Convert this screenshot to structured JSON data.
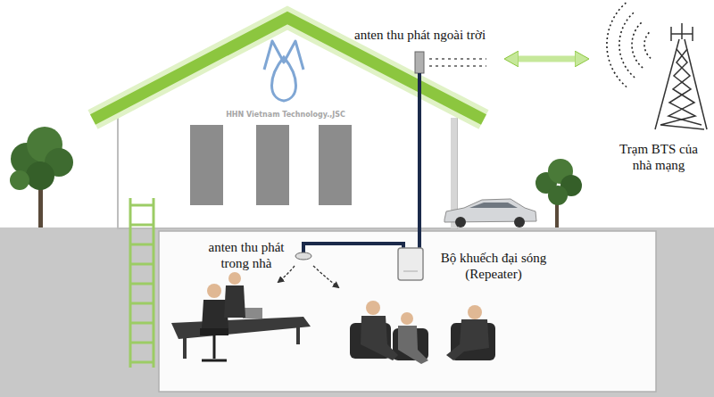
{
  "diagram": {
    "nodes": [
      {
        "text": [
          "anten thu phát ngoài trời"
        ]
      },
      {
        "text": [
          "Trạm BTS của nhà mạng"
        ]
      },
      {
        "text": [
          "Bộ khuếch đại sóng (Repeater)"
        ]
      },
      {
        "text": [
          "anten thu phát trong nhà"
        ]
      }
    ],
    "edges": [
      {
        "from": 0,
        "to": 1,
        "arrow": "both"
      },
      {
        "from": 0,
        "to": 2,
        "arrow": "none"
      },
      {
        "from": 2,
        "to": 3,
        "arrow": "none"
      }
    ],
    "labels": [
      "HHN Vietnam Technology.,JSC"
    ]
  }
}
